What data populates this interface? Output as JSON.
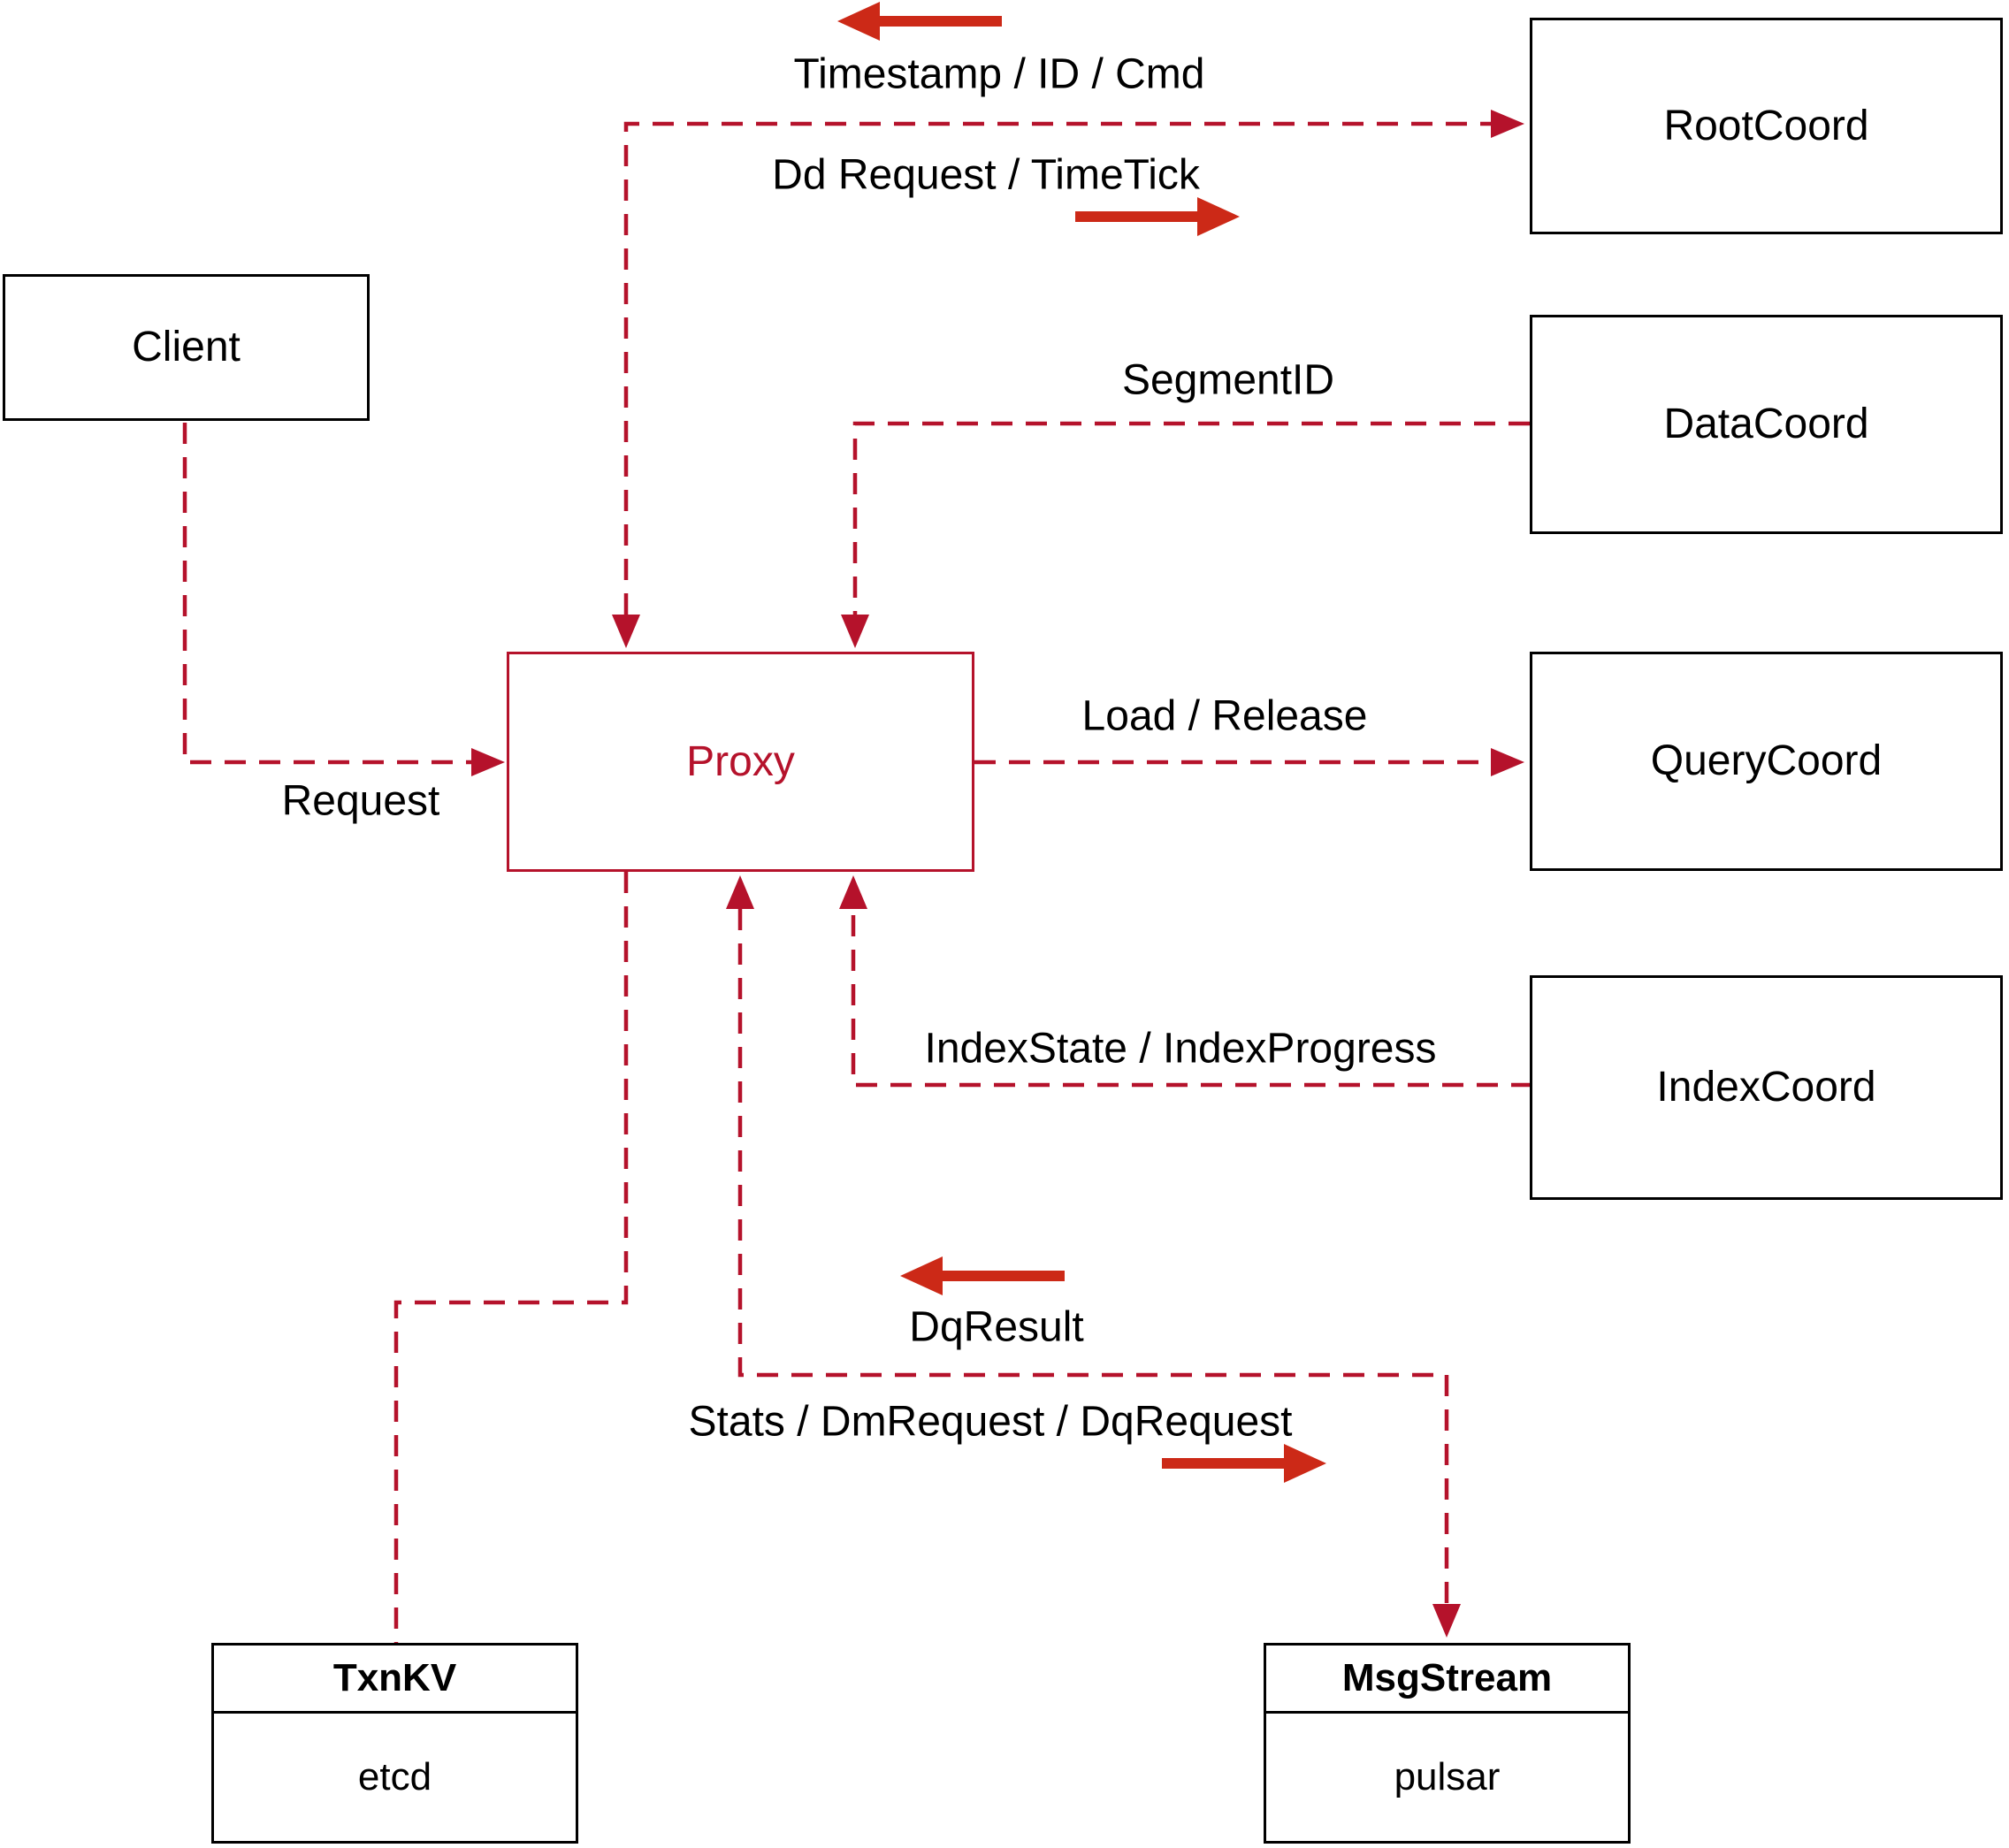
{
  "diagram": {
    "nodes": {
      "client": {
        "label": "Client"
      },
      "proxy": {
        "label": "Proxy"
      },
      "root_coord": {
        "label": "RootCoord"
      },
      "data_coord": {
        "label": "DataCoord"
      },
      "query_coord": {
        "label": "QueryCoord"
      },
      "index_coord": {
        "label": "IndexCoord"
      },
      "txn_kv": {
        "title": "TxnKV",
        "impl": "etcd"
      },
      "msg_stream": {
        "title": "MsgStream",
        "impl": "pulsar"
      }
    },
    "edge_labels": {
      "timestamp_id_cmd": "Timestamp / ID / Cmd",
      "dd_request_timetick": "Dd Request / TimeTick",
      "segment_id": "SegmentID",
      "request": "Request",
      "load_release": "Load / Release",
      "index_state_progress": "IndexState / IndexProgress",
      "dq_result": "DqResult",
      "stats_dm_dq_request": "Stats / DmRequest / DqRequest"
    },
    "colors": {
      "connector": "#b5122b",
      "direction_arrow": "#cc2917",
      "node_border": "#000000",
      "proxy_accent": "#b5122b",
      "background": "#ffffff",
      "text": "#000000"
    }
  }
}
